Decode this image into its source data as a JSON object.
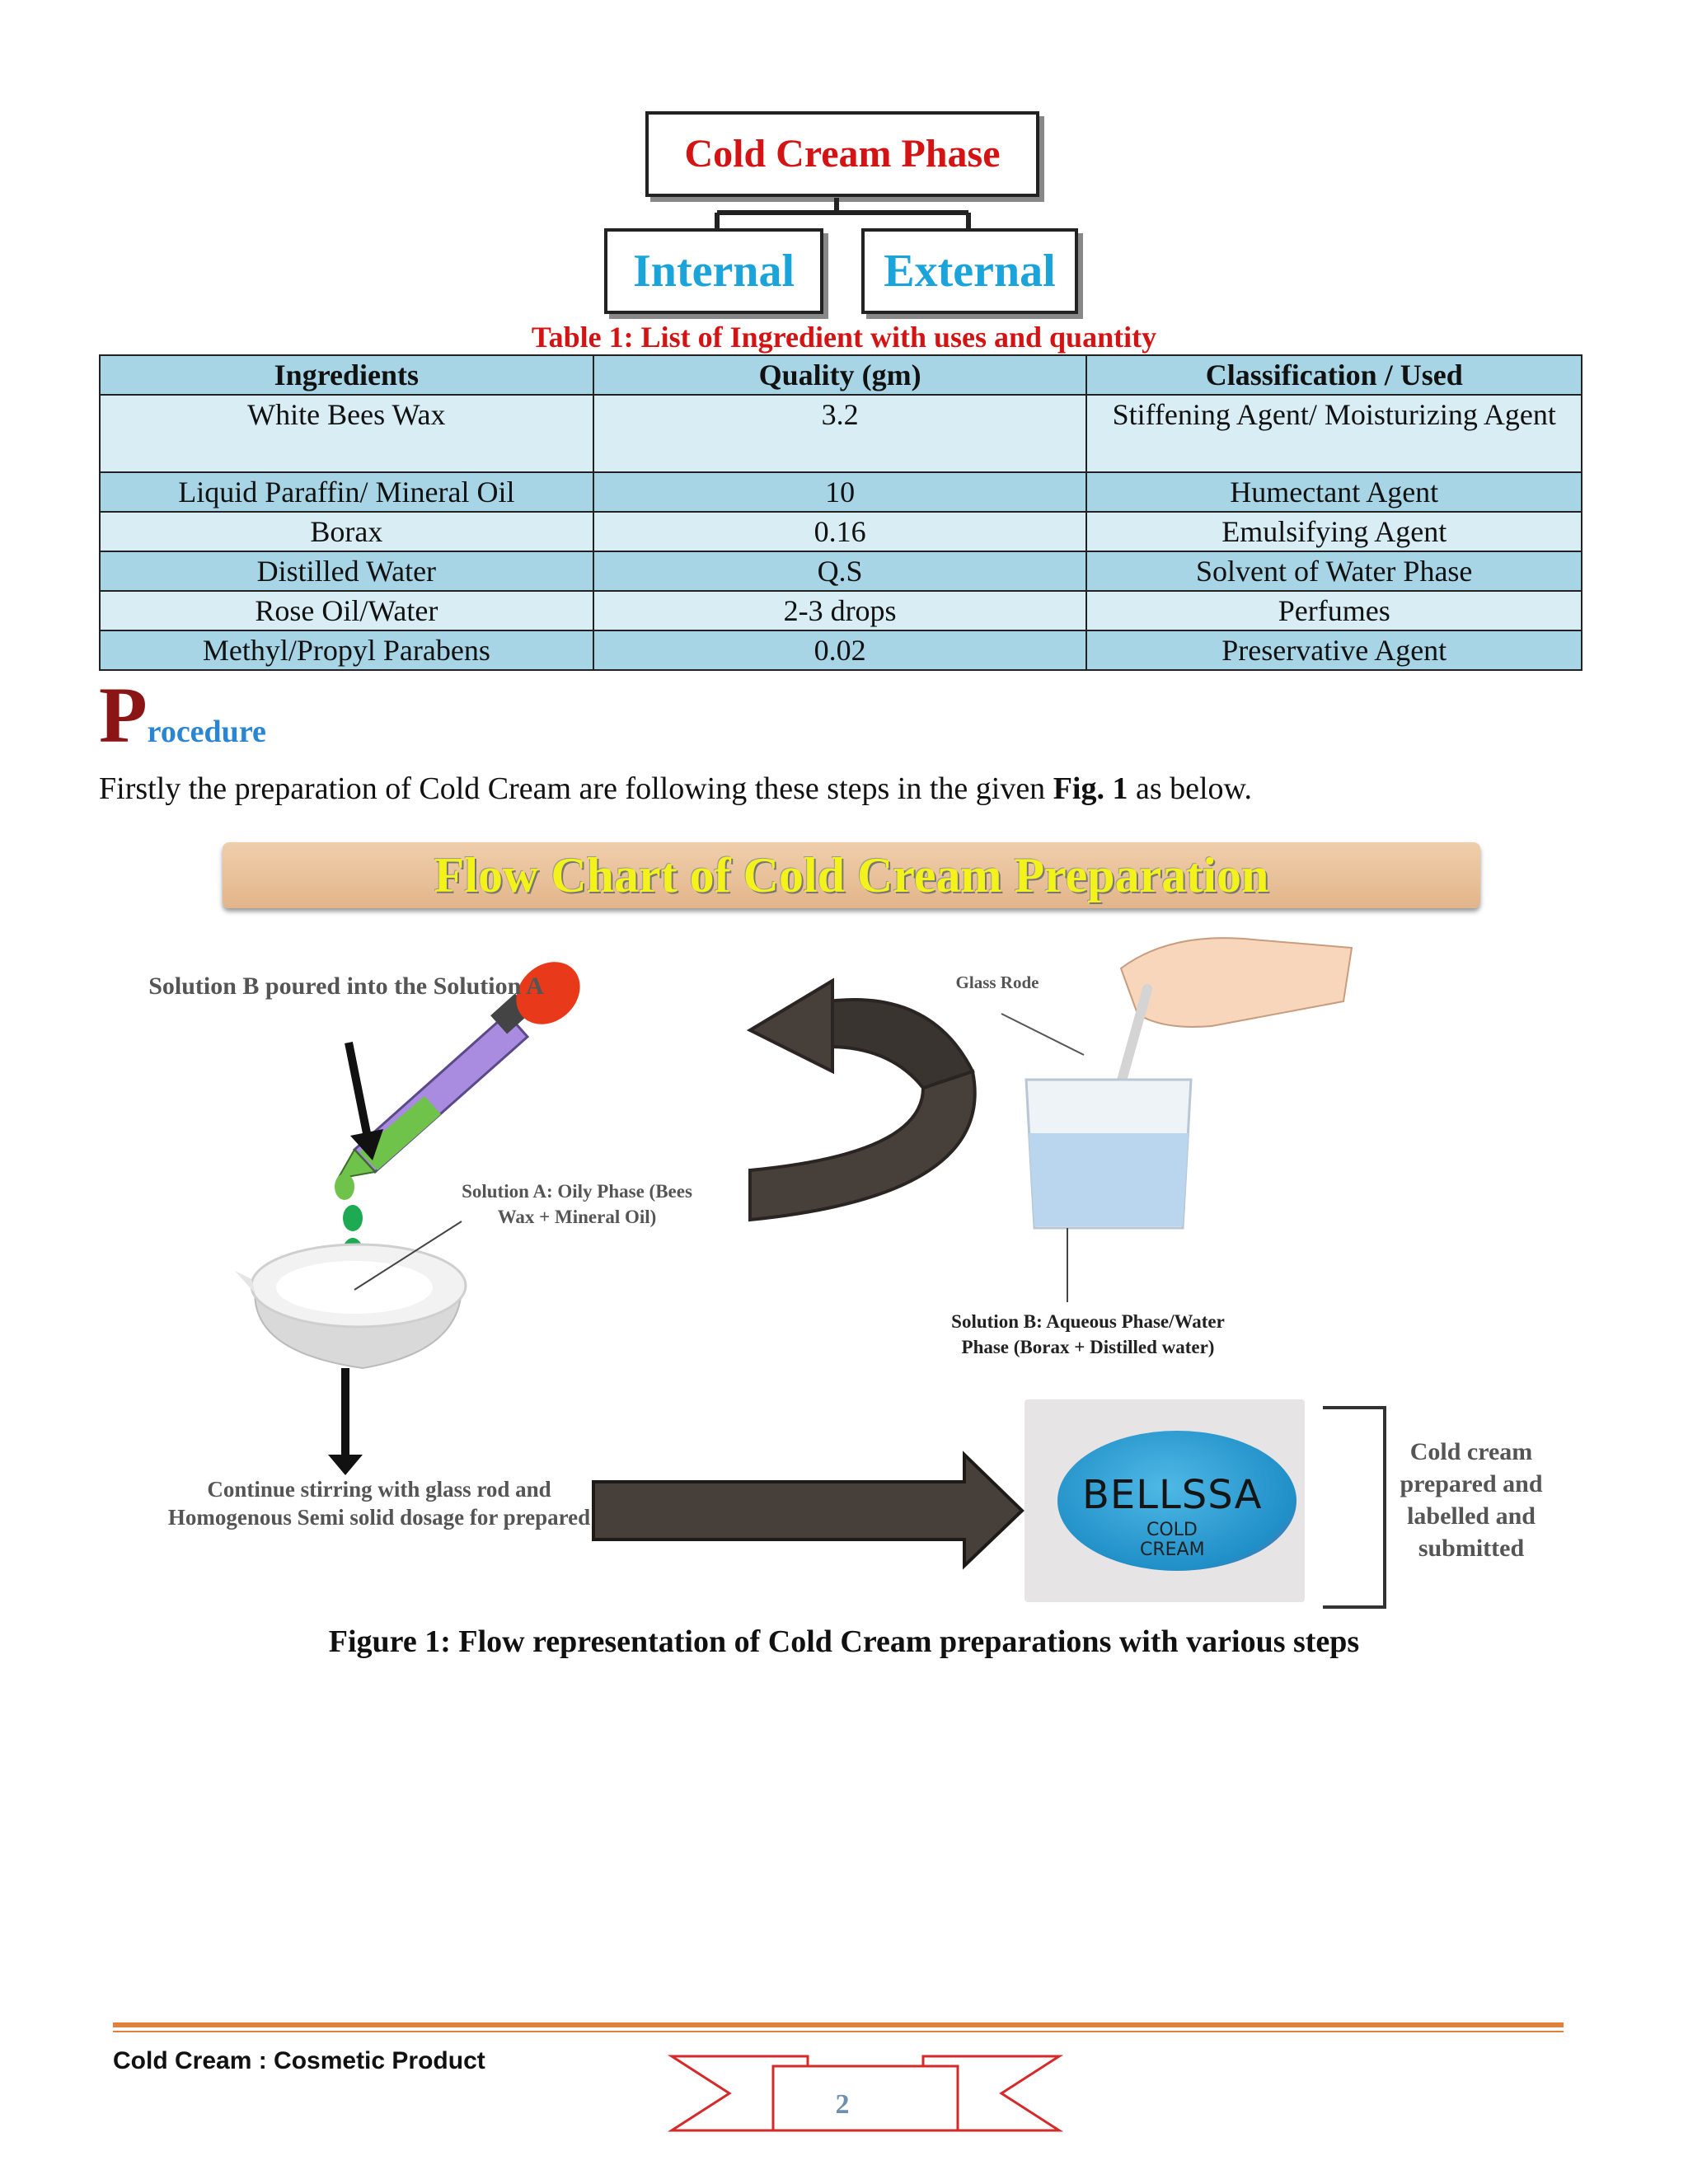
{
  "phase_diagram": {
    "title": "Cold Cream Phase",
    "children": [
      "Internal",
      "External"
    ]
  },
  "table": {
    "caption": "Table 1: List of Ingredient with uses and quantity",
    "headers": [
      "Ingredients",
      "Quality (gm)",
      "Classification / Used"
    ],
    "rows": [
      [
        "White Bees Wax",
        "3.2",
        "Stiffening Agent/ Moisturizing Agent"
      ],
      [
        "Liquid Paraffin/ Mineral Oil",
        "10",
        "Humectant Agent"
      ],
      [
        "Borax",
        "0.16",
        "Emulsifying Agent"
      ],
      [
        "Distilled Water",
        "Q.S",
        "Solvent of Water Phase"
      ],
      [
        "Rose Oil/Water",
        "2-3 drops",
        "Perfumes"
      ],
      [
        "Methyl/Propyl Parabens",
        "0.02",
        "Preservative Agent"
      ]
    ]
  },
  "procedure": {
    "heading_initial": "P",
    "heading_rest": "rocedure",
    "text_before": "Firstly the preparation of Cold Cream are following these steps in the given ",
    "text_bold": "Fig. 1",
    "text_after": " as below."
  },
  "flow_chart": {
    "title": "Flow Chart of Cold Cream Preparation",
    "labels": {
      "b_poured": "Solution B poured into the Solution A",
      "solution_a": "Solution A: Oily Phase (Bees Wax + Mineral Oil)",
      "glass_rode": "Glass Rode",
      "solution_b": "Solution B: Aqueous Phase/Water Phase (Borax + Distilled water)",
      "continue": "Continue stirring with glass rod and Homogenous Semi solid dosage for prepared",
      "cold_prepared": "Cold cream prepared and labelled and submitted"
    },
    "jar": {
      "brand": "BELLSSA",
      "line1": "COLD",
      "line2": "CREAM"
    },
    "caption": "Figure 1: Flow representation of Cold Cream preparations with various steps"
  },
  "footer": {
    "text": "Cold Cream : Cosmetic Product",
    "page_number": "2"
  },
  "colors": {
    "title_red": "#d41414",
    "phase_blue": "#1aa4d9",
    "header_cell": "#a7d5e5",
    "light_cell": "#d8edf4",
    "procedure_blue": "#2a86d4",
    "footer_orange": "#e2813a"
  }
}
